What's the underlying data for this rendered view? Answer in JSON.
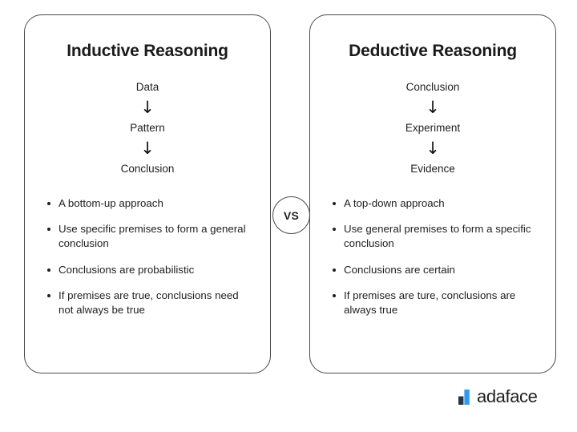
{
  "background_color": "#ffffff",
  "cards": [
    {
      "id": "inductive",
      "title": "Inductive Reasoning",
      "flow": [
        "Data",
        "Pattern",
        "Conclusion"
      ],
      "arrow_glyph": "↓",
      "bullets": [
        "A bottom-up approach",
        "Use specific premises to form a general conclusion",
        "Conclusions are probabilistic",
        "If premises are true, conclusions need not always be true"
      ]
    },
    {
      "id": "deductive",
      "title": "Deductive Reasoning",
      "flow": [
        "Conclusion",
        "Experiment",
        "Evidence"
      ],
      "arrow_glyph": "↓",
      "bullets": [
        "A top-down approach",
        "Use general premises to form a specific conclusion",
        "Conclusions are certain",
        "If premises are ture, conclusions are always true"
      ]
    }
  ],
  "vs_badge": {
    "label": "VS"
  },
  "logo": {
    "text": "adaface",
    "mark_name": "adaface-bar-logo",
    "mark_color_dark": "#243746",
    "mark_color_blue": "#2e9bf0",
    "text_color": "#1f1f1f"
  }
}
